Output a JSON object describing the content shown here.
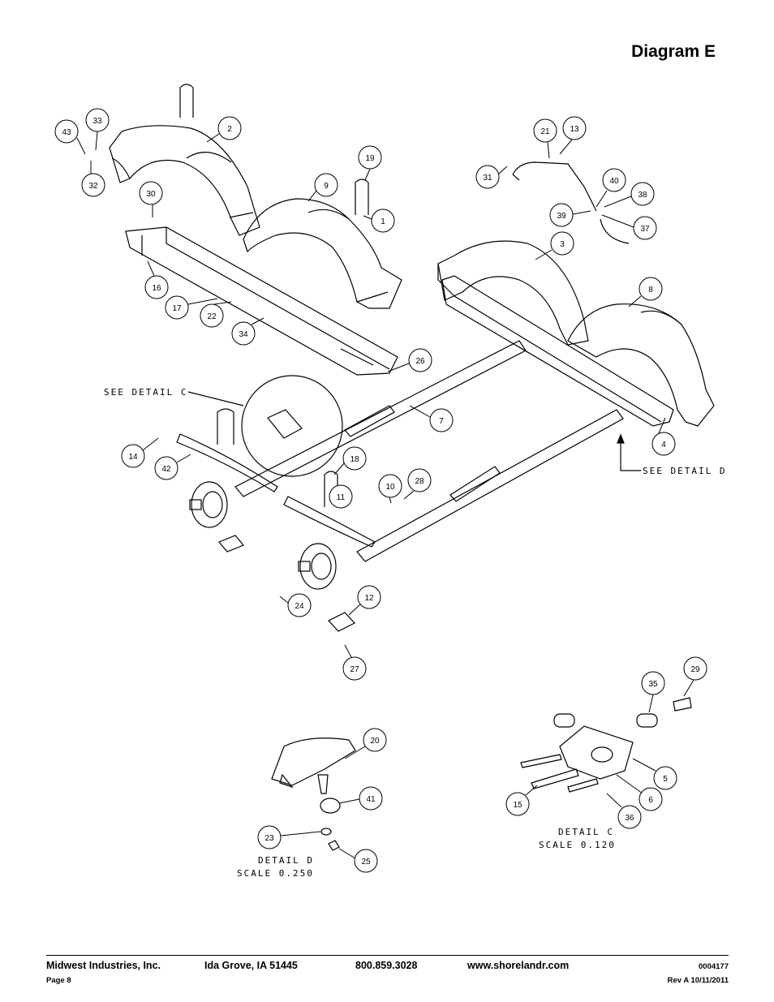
{
  "title": "Diagram E",
  "callouts": [
    {
      "id": "c43",
      "label": "43"
    },
    {
      "id": "c33",
      "label": "33"
    },
    {
      "id": "c32",
      "label": "32"
    },
    {
      "id": "c2",
      "label": "2"
    },
    {
      "id": "c30",
      "label": "30"
    },
    {
      "id": "c9",
      "label": "9"
    },
    {
      "id": "c19",
      "label": "19"
    },
    {
      "id": "c1",
      "label": "1"
    },
    {
      "id": "c21",
      "label": "21"
    },
    {
      "id": "c13",
      "label": "13"
    },
    {
      "id": "c31",
      "label": "31"
    },
    {
      "id": "c40",
      "label": "40"
    },
    {
      "id": "c38",
      "label": "38"
    },
    {
      "id": "c39",
      "label": "39"
    },
    {
      "id": "c37",
      "label": "37"
    },
    {
      "id": "c3",
      "label": "3"
    },
    {
      "id": "c8",
      "label": "8"
    },
    {
      "id": "c16",
      "label": "16"
    },
    {
      "id": "c17",
      "label": "17"
    },
    {
      "id": "c22",
      "label": "22"
    },
    {
      "id": "c34",
      "label": "34"
    },
    {
      "id": "c26",
      "label": "26"
    },
    {
      "id": "c7",
      "label": "7"
    },
    {
      "id": "c4",
      "label": "4"
    },
    {
      "id": "c14",
      "label": "14"
    },
    {
      "id": "c42",
      "label": "42"
    },
    {
      "id": "c18",
      "label": "18"
    },
    {
      "id": "c11",
      "label": "11"
    },
    {
      "id": "c10",
      "label": "10"
    },
    {
      "id": "c28",
      "label": "28"
    },
    {
      "id": "c24",
      "label": "24"
    },
    {
      "id": "c12",
      "label": "12"
    },
    {
      "id": "c27",
      "label": "27"
    },
    {
      "id": "c20",
      "label": "20"
    },
    {
      "id": "c41",
      "label": "41"
    },
    {
      "id": "c23",
      "label": "23"
    },
    {
      "id": "c25",
      "label": "25"
    },
    {
      "id": "c29",
      "label": "29"
    },
    {
      "id": "c35",
      "label": "35"
    },
    {
      "id": "c5",
      "label": "5"
    },
    {
      "id": "c6",
      "label": "6"
    },
    {
      "id": "c15",
      "label": "15"
    },
    {
      "id": "c36",
      "label": "36"
    }
  ],
  "notes": {
    "see_detail_c": "SEE DETAIL C",
    "see_detail_d": "SEE DETAIL D",
    "detail_d_title": "DETAIL D",
    "detail_d_scale": "SCALE 0.250",
    "detail_c_title": "DETAIL C",
    "detail_c_scale": "SCALE 0.120"
  },
  "footer": {
    "company": "Midwest Industries, Inc.",
    "city": "Ida Grove, IA  51445",
    "phone": "800.859.3028",
    "website": "www.shorelandr.com",
    "part_number": "0004177",
    "page": "Page 8",
    "revision": "Rev A 10/11/2011"
  }
}
